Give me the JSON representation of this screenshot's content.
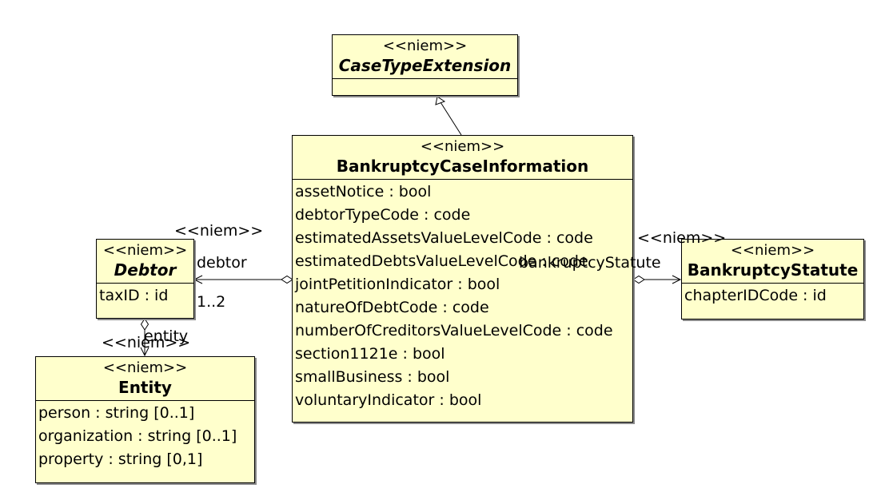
{
  "classes": {
    "case_type_extension": {
      "stereotype": "<<niem>>",
      "name": "CaseTypeExtension",
      "attributes": []
    },
    "bankruptcy_case_information": {
      "stereotype": "<<niem>>",
      "name": "BankruptcyCaseInformation",
      "attributes": [
        "assetNotice : bool",
        "debtorTypeCode : code",
        "estimatedAssetsValueLevelCode : code",
        "estimatedDebtsValueLevelCode : code",
        "jointPetitionIndicator : bool",
        "natureOfDebtCode : code",
        "numberOfCreditorsValueLevelCode : code",
        "section1121e : bool",
        "smallBusiness : bool",
        "voluntaryIndicator : bool"
      ]
    },
    "debtor": {
      "stereotype": "<<niem>>",
      "name": "Debtor",
      "attributes": [
        "taxID : id"
      ]
    },
    "entity": {
      "stereotype": "<<niem>>",
      "name": "Entity",
      "attributes": [
        "person : string [0..1]",
        "organization : string [0..1]",
        "property : string [0,1]"
      ]
    },
    "bankruptcy_statute": {
      "stereotype": "<<niem>>",
      "name": "BankruptcyStatute",
      "attributes": [
        "chapterIDCode : id"
      ]
    }
  },
  "associations": {
    "debtor_assoc": {
      "stereotype": "<<niem>>",
      "role": "debtor",
      "multiplicity": "1..2"
    },
    "entity_assoc": {
      "stereotype": "<<niem>>",
      "role": "entity"
    },
    "statute_assoc": {
      "stereotype": "<<niem>>",
      "role": "bankruptcyStatute"
    }
  }
}
